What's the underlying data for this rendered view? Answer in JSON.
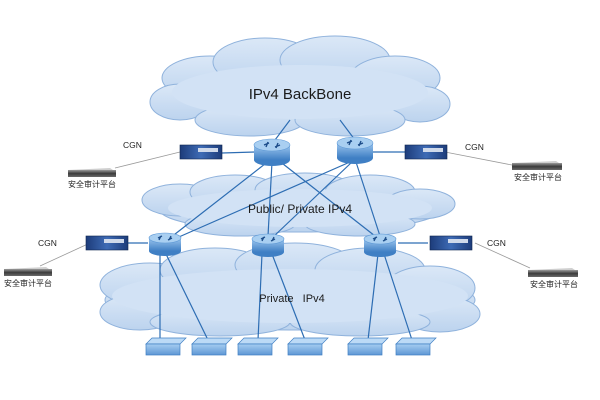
{
  "clouds": {
    "backbone": "IPv4 BackBone",
    "middle": "Public/ Private IPv4",
    "bottom": "Private   IPv4"
  },
  "cgn_label": "CGN",
  "audit_label": "安全审计平台",
  "colors": {
    "cloud_fill": "#c9dcf2",
    "cloud_stroke": "#8fb2dc",
    "router_fill": "#5f99d6",
    "link": "#2d6db3",
    "switch_fill": "#7fb1e3"
  }
}
